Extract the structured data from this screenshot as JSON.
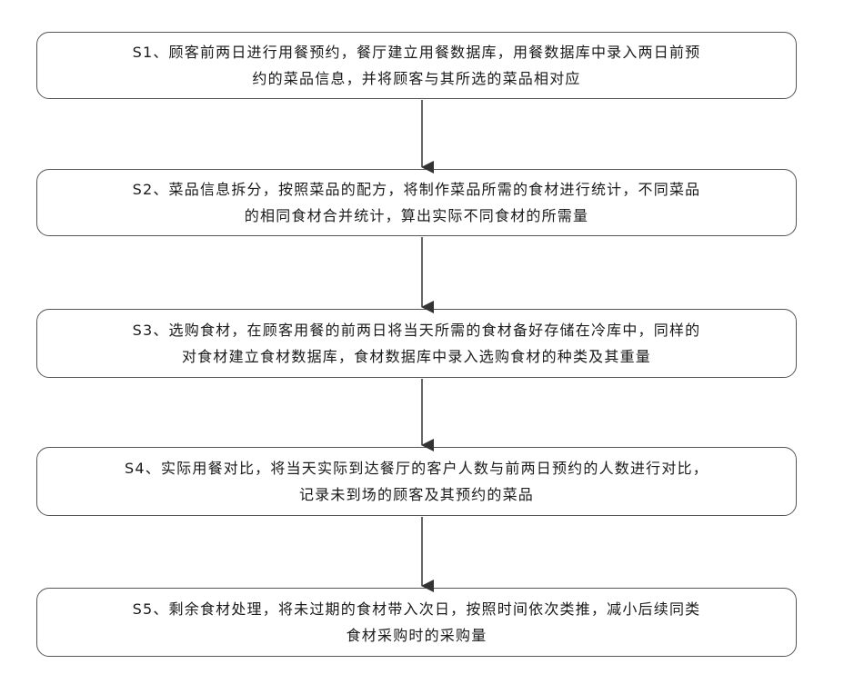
{
  "steps": [
    {
      "id": "s1",
      "lines": [
        "S1、顾客前两日进行用餐预约，餐厅建立用餐数据库，用餐数据库中录入两日前预",
        "约的菜品信息，并将顾客与其所选的菜品相对应"
      ]
    },
    {
      "id": "s2",
      "lines": [
        "S2、菜品信息拆分，按照菜品的配方，将制作菜品所需的食材进行统计，不同菜品",
        "的相同食材合并统计，算出实际不同食材的所需量"
      ]
    },
    {
      "id": "s3",
      "lines": [
        "S3、选购食材，在顾客用餐的前两日将当天所需的食材备好存储在冷库中，同样的",
        "对食材建立食材数据库，食材数据库中录入选购食材的种类及其重量"
      ]
    },
    {
      "id": "s4",
      "lines": [
        "S4、实际用餐对比，将当天实际到达餐厅的客户人数与前两日预约的人数进行对比，",
        "记录未到场的顾客及其预约的菜品"
      ]
    },
    {
      "id": "s5",
      "lines": [
        "S5、剩余食材处理，将未过期的食材带入次日，按照时间依次类推，减小后续同类",
        "食材采购时的采购量"
      ]
    }
  ],
  "colors": {
    "border": "#555555",
    "arrow": "#333333",
    "text": "#1a1a1a",
    "background": "#ffffff"
  }
}
